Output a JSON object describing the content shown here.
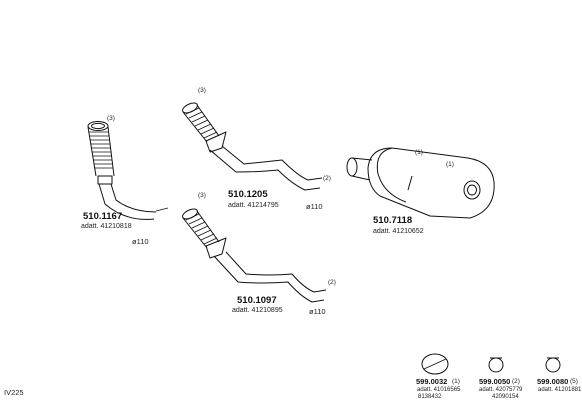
{
  "parts": {
    "p1167": {
      "code": "510.1167",
      "adatt": "adatt. 41210818",
      "diameter": "ø110",
      "qty": "(3)"
    },
    "p1205": {
      "code": "510.1205",
      "adatt": "adatt. 41214795",
      "diameter": "ø110",
      "qty_top": "(3)",
      "qty_end": "(2)"
    },
    "p1097": {
      "code": "510.1097",
      "adatt": "adatt. 41210895",
      "diameter": "ø110",
      "qty_top": "(3)",
      "qty_end": "(2)"
    },
    "p7118": {
      "code": "510.7118",
      "adatt": "adatt. 41210652",
      "qty_a": "(1)",
      "qty_b": "(1)"
    }
  },
  "clamps": [
    {
      "code": "599.0032",
      "qty": "(1)",
      "refs": [
        "adatt. 41016565",
        "8138432"
      ]
    },
    {
      "code": "599.0050",
      "qty": "(2)",
      "refs": [
        "adatt. 42075779",
        "42090154"
      ]
    },
    {
      "code": "599.0080",
      "qty": "(5)",
      "refs": [
        "adatt. 41201881"
      ]
    }
  ],
  "footer": {
    "model": "IV225"
  }
}
